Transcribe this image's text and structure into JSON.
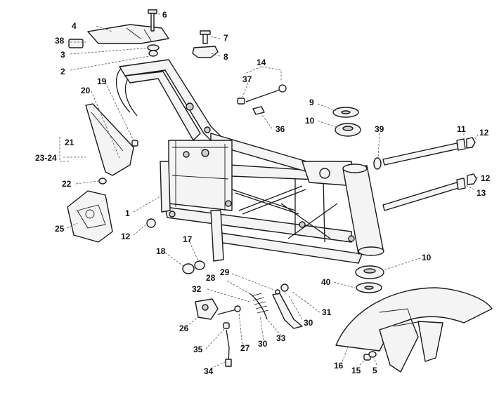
{
  "diagram": {
    "callouts": [
      {
        "id": "c1",
        "text": "1"
      },
      {
        "id": "c2",
        "text": "2"
      },
      {
        "id": "c3",
        "text": "3"
      },
      {
        "id": "c4",
        "text": "4"
      },
      {
        "id": "c5",
        "text": "5"
      },
      {
        "id": "c6",
        "text": "6"
      },
      {
        "id": "c7",
        "text": "7"
      },
      {
        "id": "c8",
        "text": "8"
      },
      {
        "id": "c9",
        "text": "9"
      },
      {
        "id": "c10a",
        "text": "10"
      },
      {
        "id": "c10b",
        "text": "10"
      },
      {
        "id": "c11",
        "text": "11"
      },
      {
        "id": "c12a",
        "text": "12"
      },
      {
        "id": "c12b",
        "text": "12"
      },
      {
        "id": "c12c",
        "text": "12"
      },
      {
        "id": "c13",
        "text": "13"
      },
      {
        "id": "c14",
        "text": "14"
      },
      {
        "id": "c15",
        "text": "15"
      },
      {
        "id": "c16",
        "text": "16"
      },
      {
        "id": "c17",
        "text": "17"
      },
      {
        "id": "c18",
        "text": "18"
      },
      {
        "id": "c19",
        "text": "19"
      },
      {
        "id": "c20",
        "text": "20"
      },
      {
        "id": "c21",
        "text": "21"
      },
      {
        "id": "c22",
        "text": "22"
      },
      {
        "id": "c2324",
        "text": "23-24"
      },
      {
        "id": "c25",
        "text": "25"
      },
      {
        "id": "c26",
        "text": "26"
      },
      {
        "id": "c27",
        "text": "27"
      },
      {
        "id": "c28",
        "text": "28"
      },
      {
        "id": "c29",
        "text": "29"
      },
      {
        "id": "c30a",
        "text": "30"
      },
      {
        "id": "c30b",
        "text": "30"
      },
      {
        "id": "c31",
        "text": "31"
      },
      {
        "id": "c32",
        "text": "32"
      },
      {
        "id": "c33",
        "text": "33"
      },
      {
        "id": "c34",
        "text": "34"
      },
      {
        "id": "c35",
        "text": "35"
      },
      {
        "id": "c36",
        "text": "36"
      },
      {
        "id": "c37",
        "text": "37"
      },
      {
        "id": "c38",
        "text": "38"
      },
      {
        "id": "c39",
        "text": "39"
      },
      {
        "id": "c40",
        "text": "40"
      }
    ]
  }
}
